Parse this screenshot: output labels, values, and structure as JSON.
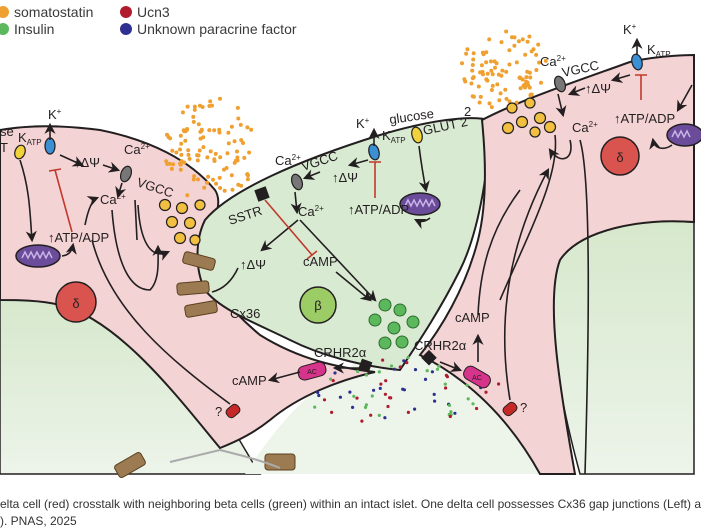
{
  "legend": {
    "items": [
      {
        "label": "somatostatin",
        "color": "#f0a030"
      },
      {
        "label": "Insulin",
        "color": "#5cb85c"
      },
      {
        "label": "Ucn3",
        "color": "#b01c2e"
      },
      {
        "label": "Unknown paracrine factor",
        "color": "#2e3192"
      }
    ]
  },
  "colors": {
    "delta_cell": "#f4d3d4",
    "beta_cell": "#d9ead3",
    "background_cell": "#e3efdc",
    "katp": "#3b8fd4",
    "glut": "#f2d23a",
    "vgcc": "#777777",
    "mito": "#6b4c9a",
    "nucleus_delta": "#d9534f",
    "nucleus_beta": "#9ccc65",
    "ac": "#d6338a",
    "inhibit": "#c0392b",
    "gap_junction": "#9c7b52"
  },
  "labels": {
    "left_delta": {
      "glucose_partial": "se",
      "glut_partial": "T",
      "katp": "K",
      "katp_sub": "ATP",
      "kplus": "K",
      "kplus_sup": "+",
      "ca_top": "Ca",
      "ca_top_sup": "2+",
      "vgcc": "VGCC",
      "delta_psi": "↑ΔΨ",
      "ca_inner": "Ca",
      "ca_inner_sup": "2+",
      "atp_adp": "↑ATP/ADP",
      "nucleus": "δ",
      "camp": "cAMP",
      "unknown": "?"
    },
    "beta": {
      "kplus": "K",
      "kplus_sup": "+",
      "katp": "K",
      "katp_sub": "ATP",
      "glucose": "glucose",
      "glut2": "GLUT 2",
      "ca_top": "Ca",
      "ca_top_sup": "2+",
      "vgcc": "VGCC",
      "delta_psi_top": "↑ΔΨ",
      "sstr": "SSTR",
      "ca_inner": "Ca",
      "ca_inner_sup": "2+",
      "atp_adp": "↑ATP/ADP",
      "delta_psi_low": "↑ΔΨ",
      "camp": "cAMP",
      "cx36": "Cx36",
      "nucleus": "β",
      "crhr_left": "CRHR2α",
      "crhr_right": "CRHR2α",
      "ac": "AC"
    },
    "right_delta": {
      "kplus": "K",
      "kplus_sup": "+",
      "katp": "K",
      "katp_sub": "ATP",
      "ca_top": "Ca",
      "ca_top_sup": "2+",
      "vgcc": "VGCC",
      "delta_psi": "↑ΔΨ",
      "ca_inner": "Ca",
      "ca_inner_sup": "2+",
      "atp_adp": "↑ATP/ADP",
      "nucleus": "δ",
      "camp": "cAMP",
      "ac": "AC",
      "unknown": "?",
      "glut_partial": "2"
    }
  },
  "caption": {
    "line1": "elta cell (red) crosstalk with neighboring beta cells (green) within an intact islet. One delta cell possesses Cx36 gap junctions (Left) a",
    "line2": "). PNAS, 2025"
  }
}
